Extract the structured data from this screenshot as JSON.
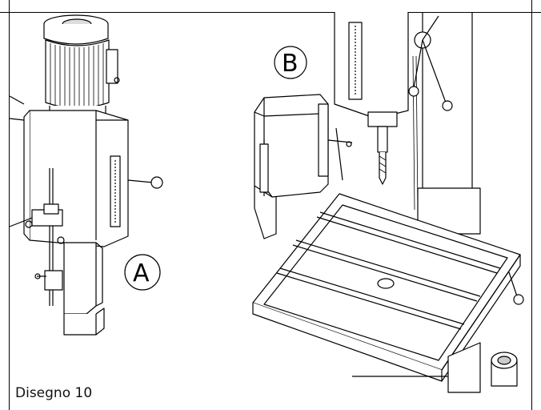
{
  "document": {
    "caption": "Disegno 10",
    "labels": {
      "a": "A",
      "b": "B"
    }
  },
  "illustration": {
    "left": "drill-head-assembly-with-depth-stop",
    "right": "drill-table-and-chuck-guard"
  }
}
